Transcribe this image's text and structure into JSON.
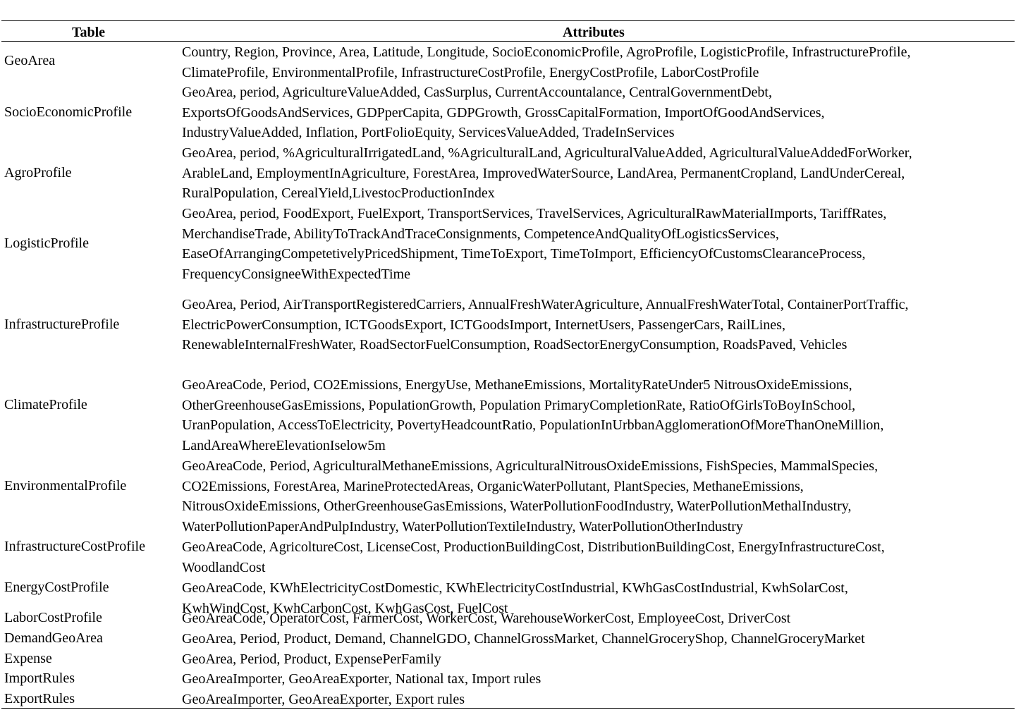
{
  "table": {
    "header": {
      "col1": "Table",
      "col2": "Attributes"
    },
    "rows": [
      {
        "name": "GeoArea",
        "lines": [
          "Country, Region, Province, Area, Latitude, Longitude, SocioEconomicProfile, AgroProfile, LogisticProfile, InfrastructureProfile,",
          "ClimateProfile, EnvironmentalProfile, InfrastructureCostProfile,  EnergyCostProfile, LaborCostProfile"
        ]
      },
      {
        "name": "SocioEconomicProfile",
        "lines": [
          "GeoArea, period, AgricultureValueAdded, CasSurplus, CurrentAccountalance, CentralGovernmentDebt,",
          "ExportsOfGoodsAndServices, GDPperCapita, GDPGrowth, GrossCapitalFormation, ImportOfGoodAndServices,",
          "IndustryValueAdded, Inflation, PortFolioEquity, ServicesValueAdded, TradeInServices"
        ]
      },
      {
        "name": "AgroProfile",
        "lines": [
          "GeoArea, period, %AgriculturalIrrigatedLand, %AgriculturalLand, AgriculturalValueAdded, AgriculturalValueAddedForWorker,",
          "ArableLand, EmploymentInAgriculture, ForestArea, ImprovedWaterSource, LandArea, PermanentCropland, LandUnderCereal,",
          "RuralPopulation, CerealYield,LivestocProductionIndex"
        ]
      },
      {
        "name": "LogisticProfile",
        "lines": [
          "GeoArea, period, FoodExport, FuelExport, TransportServices, TravelServices, AgriculturalRawMaterialImports, TariffRates,",
          "MerchandiseTrade, AbilityToTrackAndTraceConsignments, CompetenceAndQualityOfLogisticsServices,",
          "EaseOfArrangingCompetetivelyPricedShipment, TimeToExport, TimeToImport, EfficiencyOfCustomsClearanceProcess,",
          "FrequencyConsigneeWithExpectedTime"
        ]
      },
      {
        "name": "InfrastructureProfile",
        "lines": [
          "GeoArea, Period, AirTransportRegisteredCarriers, AnnualFreshWaterAgriculture, AnnualFreshWaterTotal, ContainerPortTraffic,",
          "ElectricPowerConsumption, ICTGoodsExport, ICTGoodsImport, InternetUsers, PassengerCars, RailLines,",
          "RenewableInternalFreshWater,  RoadSectorFuelConsumption, RoadSectorEnergyConsumption, RoadsPaved, Vehicles"
        ]
      },
      {
        "name": "ClimateProfile",
        "lines": [
          "GeoAreaCode, Period, CO2Emissions, EnergyUse, MethaneEmissions, MortalityRateUnder5 NitrousOxideEmissions,",
          "OtherGreenhouseGasEmissions, PopulationGrowth, Population PrimaryCompletionRate, RatioOfGirlsToBoyInSchool,",
          "UranPopulation, AccessToElectricity, PovertyHeadcountRatio, PopulationInUrbbanAgglomerationOfMoreThanOneMillion,",
          "LandAreaWhereElevationIselow5m"
        ]
      },
      {
        "name": "EnvironmentalProfile",
        "lines": [
          "GeoAreaCode, Period, AgriculturalMethaneEmissions, AgriculturalNitrousOxideEmissions, FishSpecies, MammalSpecies,",
          "CO2Emissions, ForestArea, MarineProtectedAreas, OrganicWaterPollutant, PlantSpecies, MethaneEmissions,",
          "NitrousOxideEmissions, OtherGreenhouseGasEmissions, WaterPollutionFoodIndustry, WaterPollutionMethalIndustry,",
          "WaterPollutionPaperAndPulpIndustry, WaterPollutionTextileIndustry, WaterPollutionOtherIndustry"
        ]
      },
      {
        "name": "InfrastructureCostProfile",
        "lines": [
          "GeoAreaCode, AgricoltureCost, LicenseCost, ProductionBuildingCost, DistributionBuildingCost, EnergyInfrastructureCost,",
          "WoodlandCost"
        ]
      },
      {
        "name": "EnergyCostProfile",
        "lines": [
          "GeoAreaCode, KWhElectricityCostDomestic, KWhElectricityCostIndustrial, KWhGasCostIndustrial, KwhSolarCost,",
          "KwhWindCost, KwhCarbonCost, KwhGasCost, FuelCost"
        ]
      },
      {
        "name": "LaborCostProfile",
        "lines": [
          "GeoAreaCode, OperatorCost, FarmerCost, WorkerCost, WarehouseWorkerCost, EmployeeCost, DriverCost"
        ]
      },
      {
        "name": "DemandGeoArea",
        "lines": [
          "GeoArea, Period, Product, Demand, ChannelGDO, ChannelGrossMarket, ChannelGroceryShop, ChannelGroceryMarket"
        ]
      },
      {
        "name": "Expense",
        "lines": [
          "GeoArea, Period, Product, ExpensePerFamily"
        ]
      },
      {
        "name": "ImportRules",
        "lines": [
          "GeoAreaImporter, GeoAreaExporter, National tax, Import rules"
        ]
      },
      {
        "name": "ExportRules",
        "lines": [
          "GeoAreaImporter, GeoAreaExporter, Export rules"
        ]
      }
    ]
  }
}
